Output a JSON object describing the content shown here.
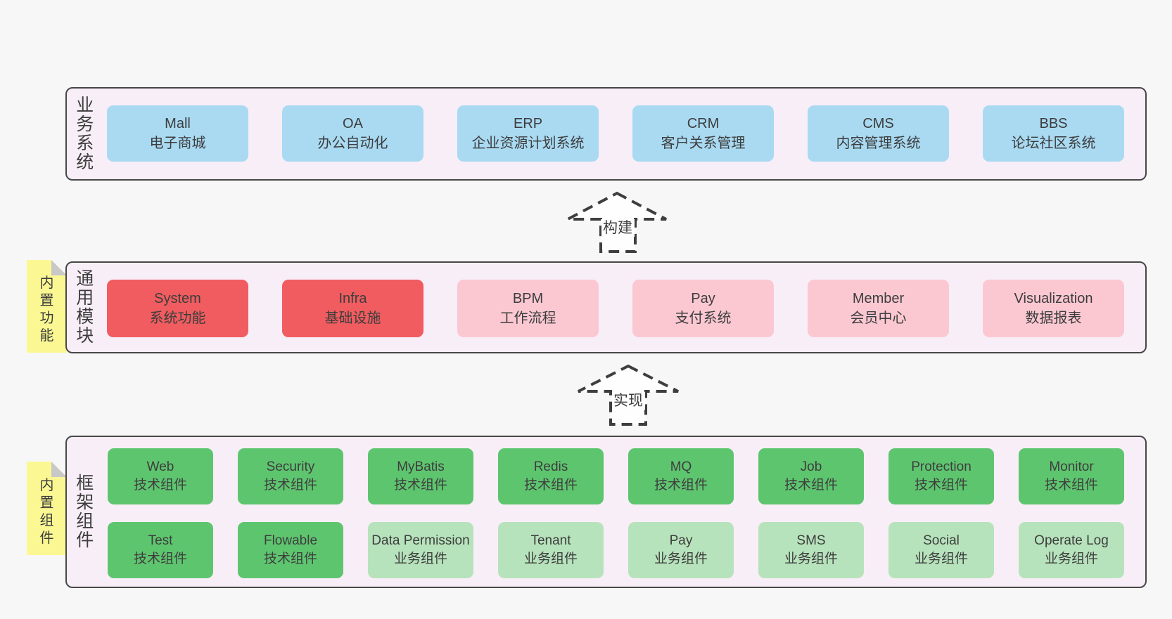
{
  "diagram": {
    "title": "",
    "colors": {
      "bg": "#f7f7f7",
      "panel": "#f8eef7",
      "border": "#474747",
      "text": "#3d3d3d",
      "blue": "#a9daf2",
      "red": "#f05c5f",
      "pink": "#fbc8d2",
      "green": "#5ec56f",
      "lightgreen": "#b7e3bc",
      "yellow": "#fbf893",
      "fold": "#c8c8c8",
      "arrow": "#3e3e3e"
    },
    "sections": [
      {
        "id": "business-systems",
        "side_label": "业务系统",
        "sticky_tag": "",
        "rows": [
          [
            {
              "name": "Mall",
              "desc": "电子商城",
              "variant": "blue"
            },
            {
              "name": "OA",
              "desc": "办公自动化",
              "variant": "blue"
            },
            {
              "name": "ERP",
              "desc": "企业资源计划系统",
              "variant": "blue"
            },
            {
              "name": "CRM",
              "desc": "客户关系管理",
              "variant": "blue"
            },
            {
              "name": "CMS",
              "desc": "内容管理系统",
              "variant": "blue"
            },
            {
              "name": "BBS",
              "desc": "论坛社区系统",
              "variant": "blue"
            }
          ]
        ]
      },
      {
        "id": "common-modules",
        "side_label": "通用模块",
        "sticky_tag": "内置功能",
        "rows": [
          [
            {
              "name": "System",
              "desc": "系统功能",
              "variant": "red"
            },
            {
              "name": "Infra",
              "desc": "基础设施",
              "variant": "red"
            },
            {
              "name": "BPM",
              "desc": "工作流程",
              "variant": "pink"
            },
            {
              "name": "Pay",
              "desc": "支付系统",
              "variant": "pink"
            },
            {
              "name": "Member",
              "desc": "会员中心",
              "variant": "pink"
            },
            {
              "name": "Visualization",
              "desc": "数据报表",
              "variant": "pink"
            }
          ]
        ]
      },
      {
        "id": "framework-components",
        "side_label": "框架组件",
        "sticky_tag": "内置组件",
        "rows": [
          [
            {
              "name": "Web",
              "desc": "技术组件",
              "variant": "green"
            },
            {
              "name": "Security",
              "desc": "技术组件",
              "variant": "green"
            },
            {
              "name": "MyBatis",
              "desc": "技术组件",
              "variant": "green"
            },
            {
              "name": "Redis",
              "desc": "技术组件",
              "variant": "green"
            },
            {
              "name": "MQ",
              "desc": "技术组件",
              "variant": "green"
            },
            {
              "name": "Job",
              "desc": "技术组件",
              "variant": "green"
            },
            {
              "name": "Protection",
              "desc": "技术组件",
              "variant": "green"
            },
            {
              "name": "Monitor",
              "desc": "技术组件",
              "variant": "green"
            }
          ],
          [
            {
              "name": "Test",
              "desc": "技术组件",
              "variant": "green"
            },
            {
              "name": "Flowable",
              "desc": "技术组件",
              "variant": "green"
            },
            {
              "name": "Data Permission",
              "desc": "业务组件",
              "variant": "lightgreen"
            },
            {
              "name": "Tenant",
              "desc": "业务组件",
              "variant": "lightgreen"
            },
            {
              "name": "Pay",
              "desc": "业务组件",
              "variant": "lightgreen"
            },
            {
              "name": "SMS",
              "desc": "业务组件",
              "variant": "lightgreen"
            },
            {
              "name": "Social",
              "desc": "业务组件",
              "variant": "lightgreen"
            },
            {
              "name": "Operate Log",
              "desc": "业务组件",
              "variant": "lightgreen"
            }
          ]
        ]
      }
    ],
    "arrows": [
      {
        "label": "构建"
      },
      {
        "label": "实现"
      }
    ]
  }
}
